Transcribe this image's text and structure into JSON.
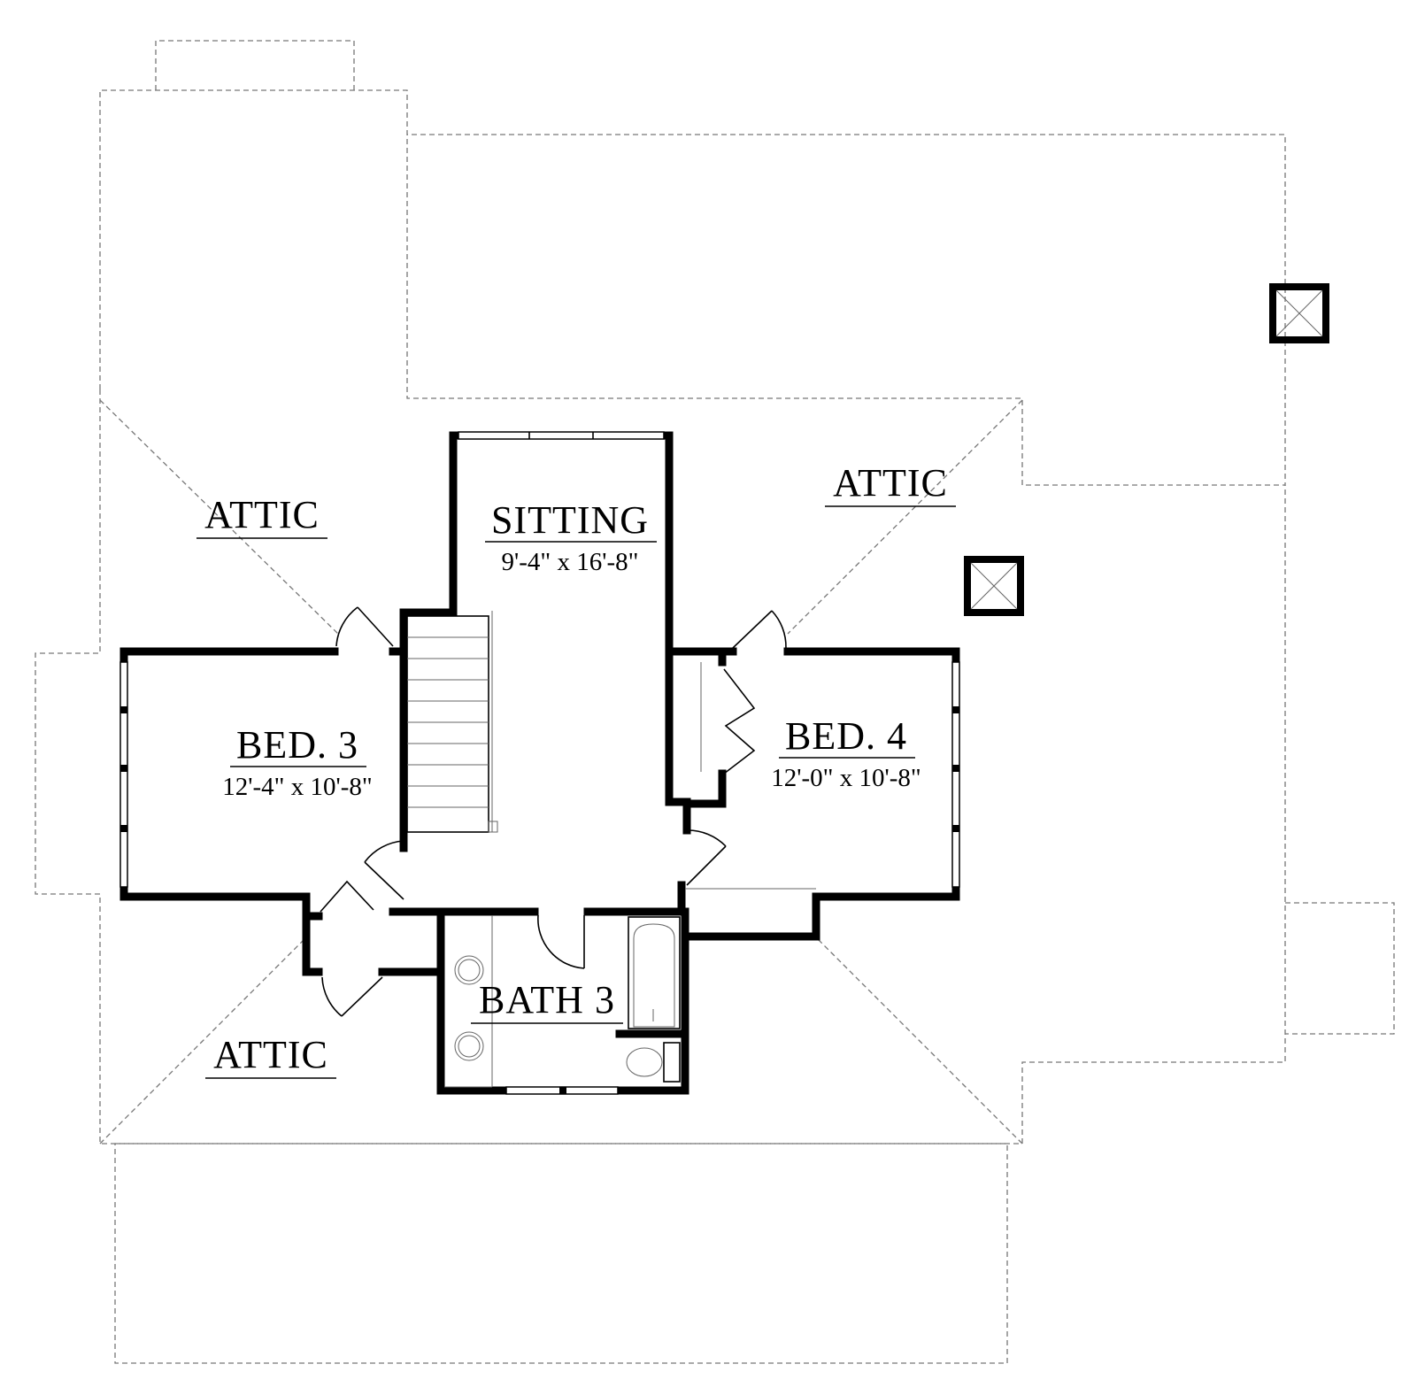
{
  "rooms": [
    {
      "name": "SITTING",
      "dims": "9'-4\" x 16'-8\""
    },
    {
      "name": "BED. 3",
      "dims": "12'-4\" x 10'-8\""
    },
    {
      "name": "BED. 4",
      "dims": "12'-0\" x 10'-8\""
    },
    {
      "name": "BATH 3",
      "dims": ""
    }
  ],
  "attic_labels": [
    "ATTIC",
    "ATTIC",
    "ATTIC"
  ],
  "colors": {
    "walls": "#000000",
    "roof_outline": "#777777",
    "background": "#ffffff"
  }
}
